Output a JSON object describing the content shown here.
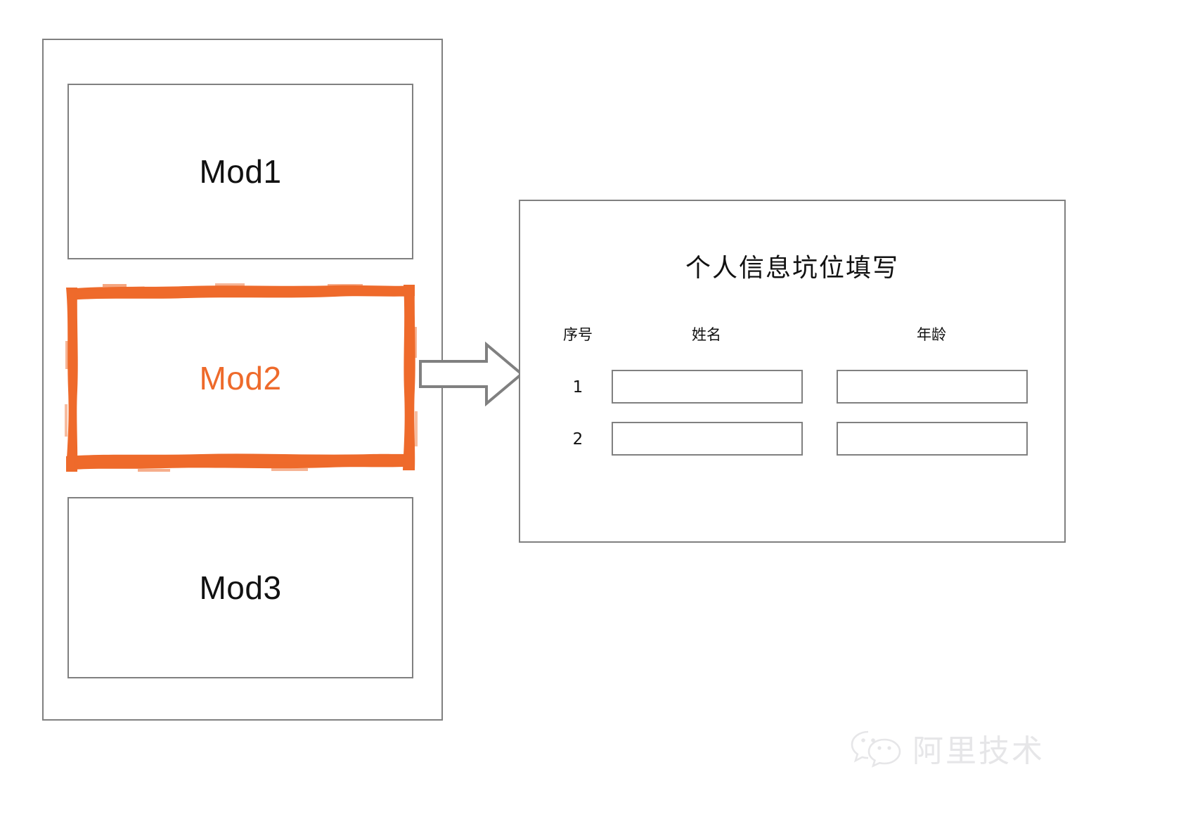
{
  "diagram": {
    "left_panel": {
      "name": "module-stack",
      "modules": [
        {
          "label": "Mod1",
          "state": "normal"
        },
        {
          "label": "Mod2",
          "state": "highlighted"
        },
        {
          "label": "Mod3",
          "state": "normal"
        }
      ]
    },
    "arrow": {
      "icon": "block-arrow-right-icon",
      "direction": "right"
    },
    "right_panel": {
      "title": "个人信息坑位填写",
      "table": {
        "headers": [
          "序号",
          "姓名",
          "年龄"
        ],
        "rows": [
          {
            "index": "1",
            "name": "",
            "age": ""
          },
          {
            "index": "2",
            "name": "",
            "age": ""
          }
        ]
      }
    }
  },
  "watermark": {
    "icon": "wechat-icon",
    "text": "阿里技术"
  },
  "colors": {
    "accent": "#EE6A2B",
    "line": "#808080",
    "text": "#111111",
    "watermark": "#d2d2d6",
    "background": "#ffffff"
  }
}
